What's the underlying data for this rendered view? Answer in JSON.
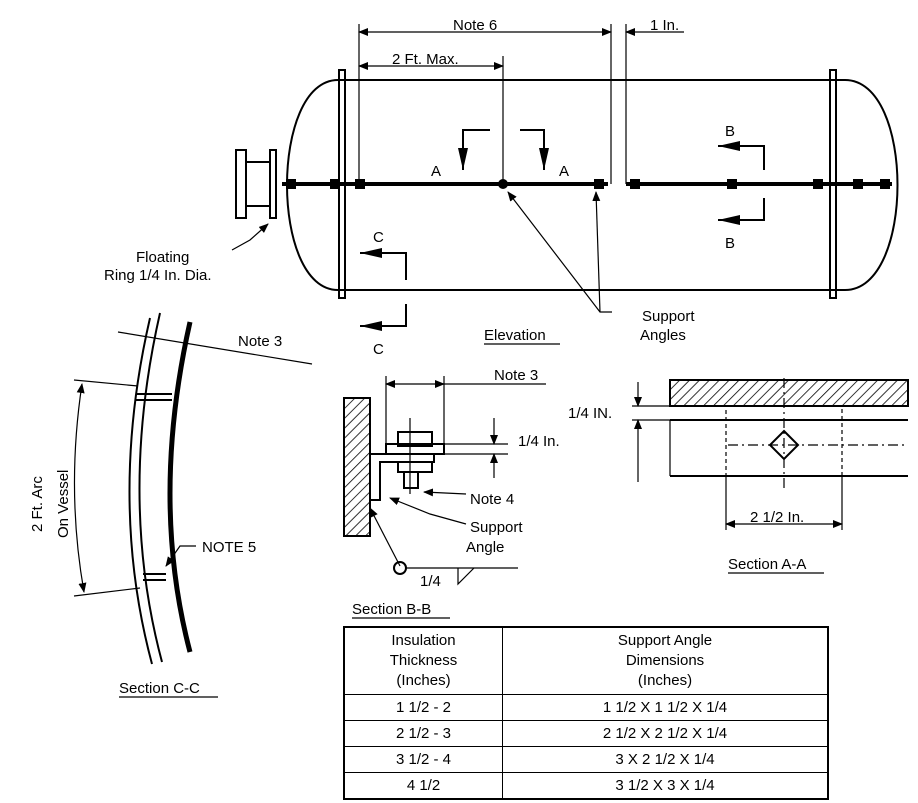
{
  "labels": {
    "note6": "Note 6",
    "one_in": "1 In.",
    "two_ft_max": "2 Ft. Max.",
    "section_a": "A",
    "section_b": "B",
    "section_c": "C",
    "floating_ring_l1": "Floating",
    "floating_ring_l2": "Ring 1/4 In. Dia.",
    "support_angles_l1": "Support",
    "support_angles_l2": "Angles",
    "elevation": "Elevation",
    "note3": "Note 3",
    "two_ft_arc_l1": "2 Ft. Arc",
    "two_ft_arc_l2": "On Vessel",
    "note5": "NOTE 5",
    "section_cc": "Section C-C",
    "quarter_in": "1/4 In.",
    "note4": "Note 4",
    "support_angle_l1": "Support",
    "support_angle_l2": "Angle",
    "weld_quarter": "1/4",
    "section_bb": "Section B-B",
    "quarter_in_caps": "1/4 IN.",
    "two_half_in": "2 1/2 In.",
    "section_aa": "Section A-A"
  },
  "table": {
    "header_col1": [
      "Insulation",
      "Thickness",
      "(Inches)"
    ],
    "header_col2": [
      "Support  Angle",
      "Dimensions",
      "(Inches)"
    ],
    "rows": [
      {
        "thickness": "1 1/2 - 2",
        "dimensions": "1 1/2 X 1 1/2 X 1/4"
      },
      {
        "thickness": "2 1/2 - 3",
        "dimensions": "2 1/2 X 2 1/2 X 1/4"
      },
      {
        "thickness": "3 1/2 - 4",
        "dimensions": "3 X 2 1/2 X 1/4"
      },
      {
        "thickness": "4 1/2",
        "dimensions": "3 1/2 X 3 X 1/4"
      }
    ]
  }
}
